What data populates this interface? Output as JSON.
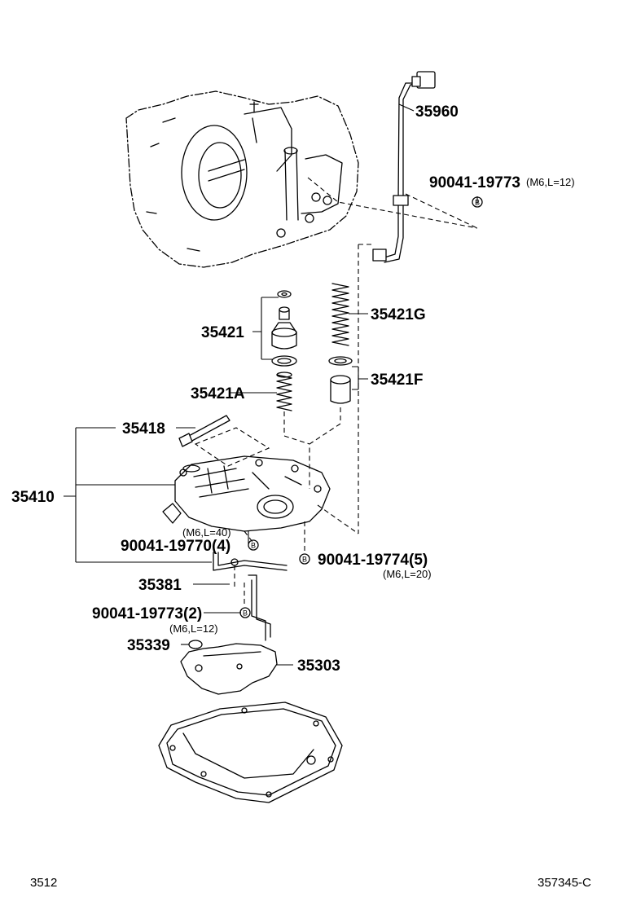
{
  "parts": {
    "p35960": "35960",
    "p90041_19773_a": "90041-19773",
    "p90041_19773_a_spec": "(M6,L=12)",
    "p35421G": "35421G",
    "p35421": "35421",
    "p35421F": "35421F",
    "p35421A": "35421A",
    "p35418": "35418",
    "p35410": "35410",
    "p90041_19770_spec": "(M6,L=40)",
    "p90041_19770": "90041-19770(4)",
    "p90041_19774": "90041-19774(5)",
    "p90041_19774_spec": "(M6,L=20)",
    "p35381": "35381",
    "p90041_19773_b": "90041-19773(2)",
    "p90041_19773_b_spec": "(M6,L=12)",
    "p35339": "35339",
    "p35303": "35303"
  },
  "marker": "B",
  "footer": {
    "left": "3512",
    "right": "357345-C"
  }
}
